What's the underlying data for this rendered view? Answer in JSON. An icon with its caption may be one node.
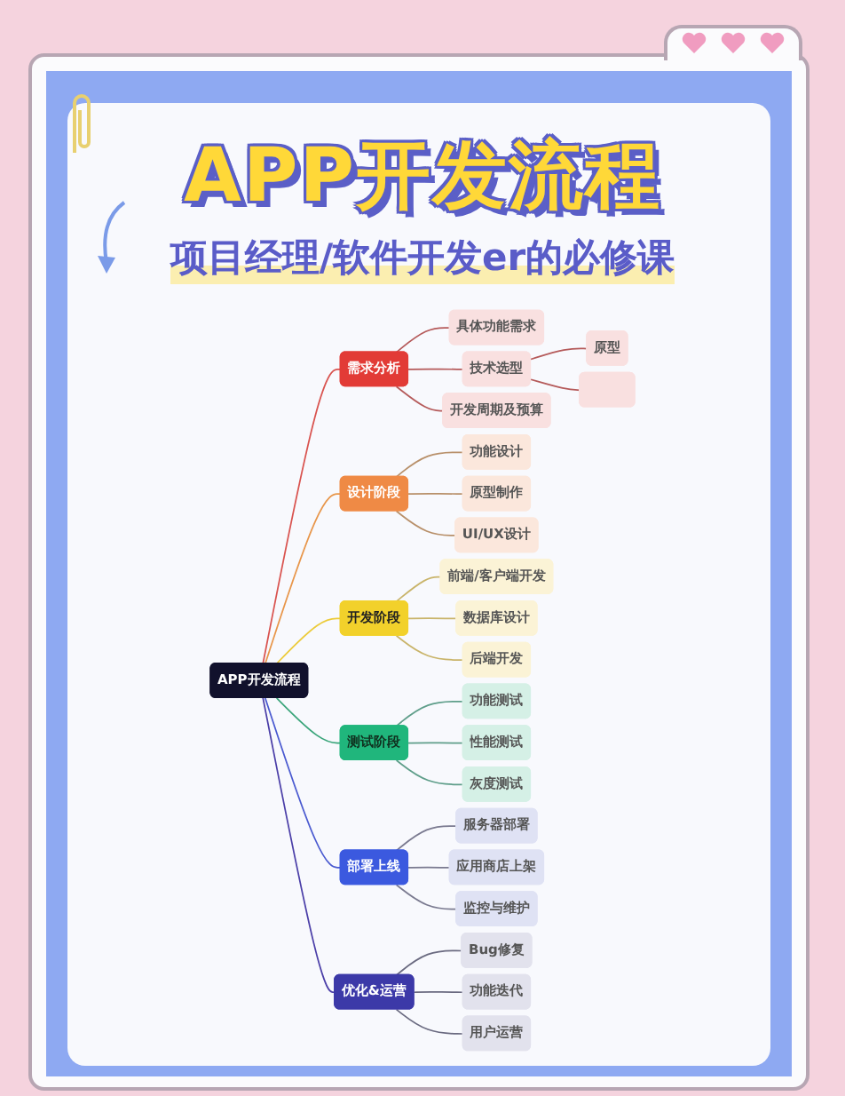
{
  "diagram": {
    "title": "APP开发流程",
    "nodes": [
      {
        "text": [
          "APP开发流程"
        ]
      },
      {
        "text": [
          "需求分析"
        ]
      },
      {
        "text": [
          "具体功能需求"
        ]
      },
      {
        "text": [
          "技术选型"
        ]
      },
      {
        "text": [
          "原型"
        ]
      },
      {
        "text": [],
        "shape": "box"
      },
      {
        "text": [
          "开发周期及预算"
        ]
      },
      {
        "text": [
          "设计阶段"
        ]
      },
      {
        "text": [
          "功能设计"
        ]
      },
      {
        "text": [
          "原型制作"
        ]
      },
      {
        "text": [
          "UI/UX设计"
        ]
      },
      {
        "text": [
          "开发阶段"
        ]
      },
      {
        "text": [
          "前端/客户端开发"
        ]
      },
      {
        "text": [
          "数据库设计"
        ]
      },
      {
        "text": [
          "后端开发"
        ]
      },
      {
        "text": [
          "测试阶段"
        ]
      },
      {
        "text": [
          "功能测试"
        ]
      },
      {
        "text": [
          "性能测试"
        ]
      },
      {
        "text": [
          "灰度测试"
        ]
      },
      {
        "text": [
          "部署上线"
        ]
      },
      {
        "text": [
          "服务器部署"
        ]
      },
      {
        "text": [
          "应用商店上架"
        ]
      },
      {
        "text": [
          "监控与维护"
        ]
      },
      {
        "text": [
          "优化&运营"
        ]
      },
      {
        "text": [
          "Bug修复"
        ]
      },
      {
        "text": [
          "功能迭代"
        ]
      },
      {
        "text": [
          "用户运营"
        ]
      }
    ],
    "edges": [
      {
        "from": 0,
        "to": 1,
        "arrow": "none",
        "color": "#d9534f"
      },
      {
        "from": 0,
        "to": 7,
        "arrow": "none",
        "color": "#e8964a"
      },
      {
        "from": 0,
        "to": 11,
        "arrow": "none",
        "color": "#eccb3a"
      },
      {
        "from": 0,
        "to": 15,
        "arrow": "none",
        "color": "#3aa57a"
      },
      {
        "from": 0,
        "to": 19,
        "arrow": "none",
        "color": "#4a5ad0"
      },
      {
        "from": 0,
        "to": 23,
        "arrow": "none",
        "color": "#4b3fa8"
      },
      {
        "from": 1,
        "to": 2,
        "arrow": "none",
        "color": "#b55a5a"
      },
      {
        "from": 1,
        "to": 3,
        "arrow": "none",
        "color": "#b55a5a"
      },
      {
        "from": 1,
        "to": 6,
        "arrow": "none",
        "color": "#b55a5a"
      },
      {
        "from": 3,
        "to": 4,
        "arrow": "none",
        "color": "#b55a5a"
      },
      {
        "from": 3,
        "to": 5,
        "arrow": "none",
        "color": "#b55a5a"
      },
      {
        "from": 7,
        "to": 8,
        "arrow": "none",
        "color": "#b8906a"
      },
      {
        "from": 7,
        "to": 9,
        "arrow": "none",
        "color": "#b8906a"
      },
      {
        "from": 7,
        "to": 10,
        "arrow": "none",
        "color": "#b8906a"
      },
      {
        "from": 11,
        "to": 12,
        "arrow": "none",
        "color": "#c9b46a"
      },
      {
        "from": 11,
        "to": 13,
        "arrow": "none",
        "color": "#c9b46a"
      },
      {
        "from": 11,
        "to": 14,
        "arrow": "none",
        "color": "#c9b46a"
      },
      {
        "from": 15,
        "to": 16,
        "arrow": "none",
        "color": "#5f9e8a"
      },
      {
        "from": 15,
        "to": 17,
        "arrow": "none",
        "color": "#5f9e8a"
      },
      {
        "from": 15,
        "to": 18,
        "arrow": "none",
        "color": "#5f9e8a"
      },
      {
        "from": 19,
        "to": 20,
        "arrow": "none",
        "color": "#7a7a90"
      },
      {
        "from": 19,
        "to": 21,
        "arrow": "none",
        "color": "#7a7a90"
      },
      {
        "from": 19,
        "to": 22,
        "arrow": "none",
        "color": "#7a7a90"
      },
      {
        "from": 23,
        "to": 24,
        "arrow": "none",
        "color": "#6a6a80"
      },
      {
        "from": 23,
        "to": 25,
        "arrow": "none",
        "color": "#6a6a80"
      },
      {
        "from": 23,
        "to": 26,
        "arrow": "none",
        "color": "#6a6a80"
      }
    ],
    "labels": [
      "项目经理/软件开发er的必修课"
    ]
  }
}
